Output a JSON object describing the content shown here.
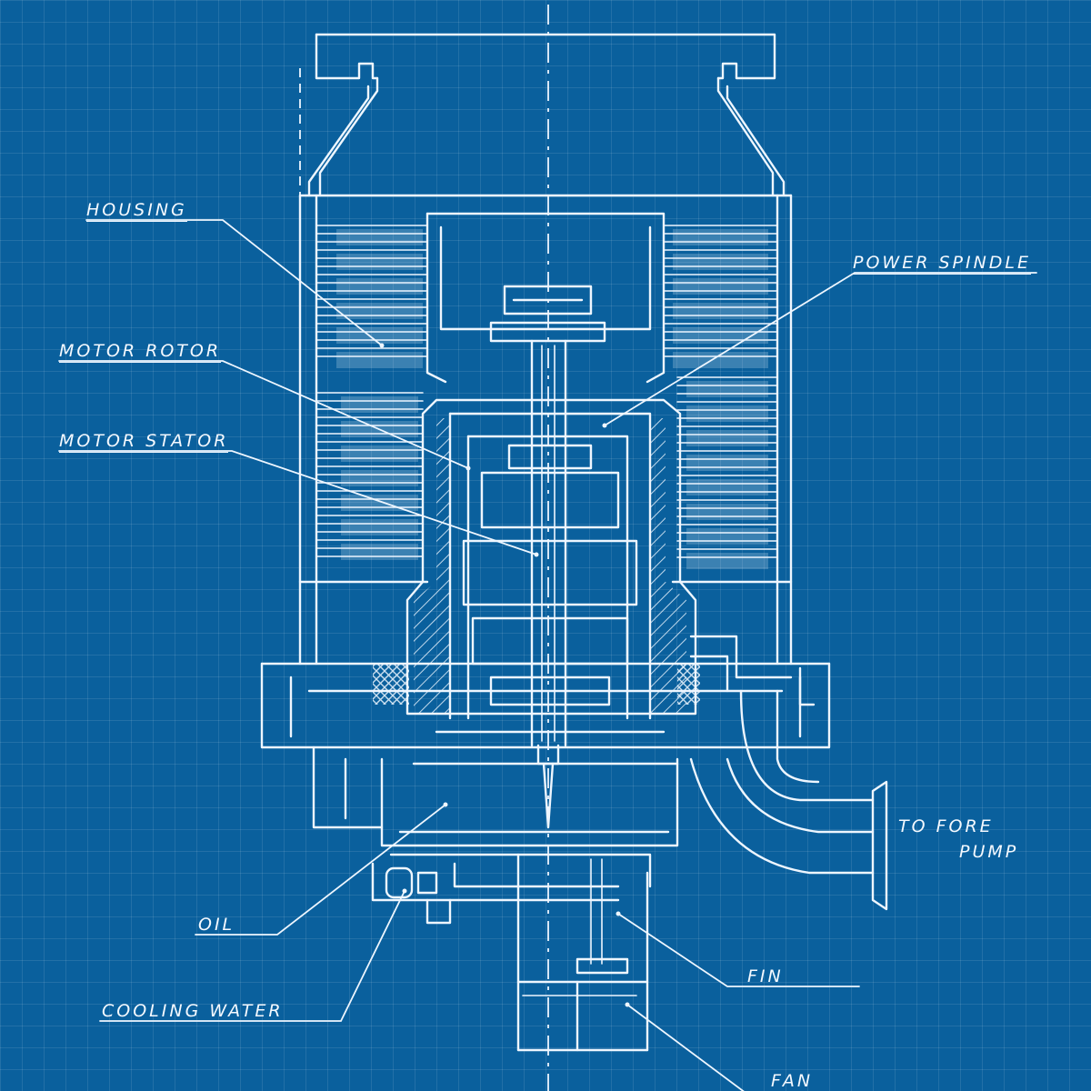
{
  "diagram": {
    "labels": {
      "housing": "HOUSING",
      "power_spindle": "POWER SPINDLE",
      "motor_rotor": "MOTOR ROTOR",
      "motor_stator": "MOTOR STATOR",
      "oil": "OIL",
      "cooling_water": "COOLING WATER",
      "to_fore_pump_line1": "TO FORE",
      "to_fore_pump_line2": "PUMP",
      "fin": "FIN",
      "fan": "FAN"
    },
    "colors": {
      "background": "#0a609d",
      "line": "#eef6ff",
      "grid": "rgba(255,255,255,0.10)"
    }
  }
}
